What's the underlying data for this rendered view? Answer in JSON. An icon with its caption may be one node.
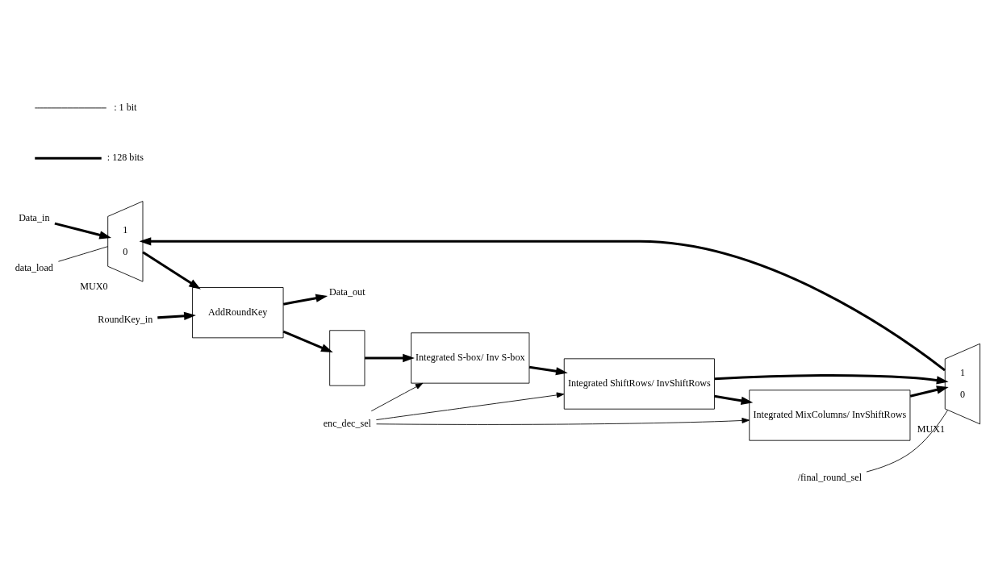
{
  "diagram": {
    "nodes": [
      {
        "text": [
          "Data_in"
        ]
      },
      {
        "text": [
          "data_load"
        ]
      },
      {
        "text": [
          "/final_round_sel"
        ]
      },
      {
        "text": [
          "RoundKey_in"
        ]
      },
      {
        "text": [
          "1",
          "0"
        ],
        "beside": [
          "MUX1"
        ]
      },
      {
        "text": [
          "1",
          "0"
        ],
        "beside": [
          "MUX0"
        ]
      },
      {
        "text": [
          "AddRoundKey"
        ]
      },
      {
        "text": [
          "Data_out"
        ]
      },
      {
        "text": [],
        "shape": "box"
      },
      {
        "text": [
          "Integrated S-box/ Inv S-box"
        ]
      },
      {
        "text": [
          "Integrated ShiftRows/ InvShiftRows"
        ]
      },
      {
        "text": [
          "Integrated MixColumns/ InvShiftRows"
        ]
      },
      {
        "text": [
          "enc_dec_sel"
        ]
      }
    ],
    "edges": [
      {
        "from": 0,
        "to": 5,
        "arrow": "to"
      },
      {
        "from": 1,
        "to": 5,
        "arrow": "none"
      },
      {
        "from": 2,
        "to": 4,
        "arrow": "none"
      },
      {
        "from": 3,
        "to": 6,
        "arrow": "to"
      },
      {
        "from": 4,
        "to": 5,
        "arrow": "to"
      },
      {
        "from": 5,
        "to": 6,
        "arrow": "to"
      },
      {
        "from": 6,
        "to": 7,
        "arrow": "to"
      },
      {
        "from": 6,
        "to": 8,
        "arrow": "to"
      },
      {
        "from": 8,
        "to": 9,
        "arrow": "to"
      },
      {
        "from": 9,
        "to": 10,
        "arrow": "to"
      },
      {
        "from": 10,
        "to": 11,
        "arrow": "to"
      },
      {
        "from": 10,
        "to": 4,
        "arrow": "to"
      },
      {
        "from": 11,
        "to": 4,
        "arrow": "to"
      },
      {
        "from": 12,
        "to": 11,
        "arrow": "to"
      },
      {
        "from": 12,
        "to": 10,
        "arrow": "to"
      },
      {
        "from": 12,
        "to": 9,
        "arrow": "to"
      }
    ],
    "legend": [
      {
        "text": ": 1 bit"
      },
      {
        "text": ": 128 bits"
      }
    ]
  }
}
